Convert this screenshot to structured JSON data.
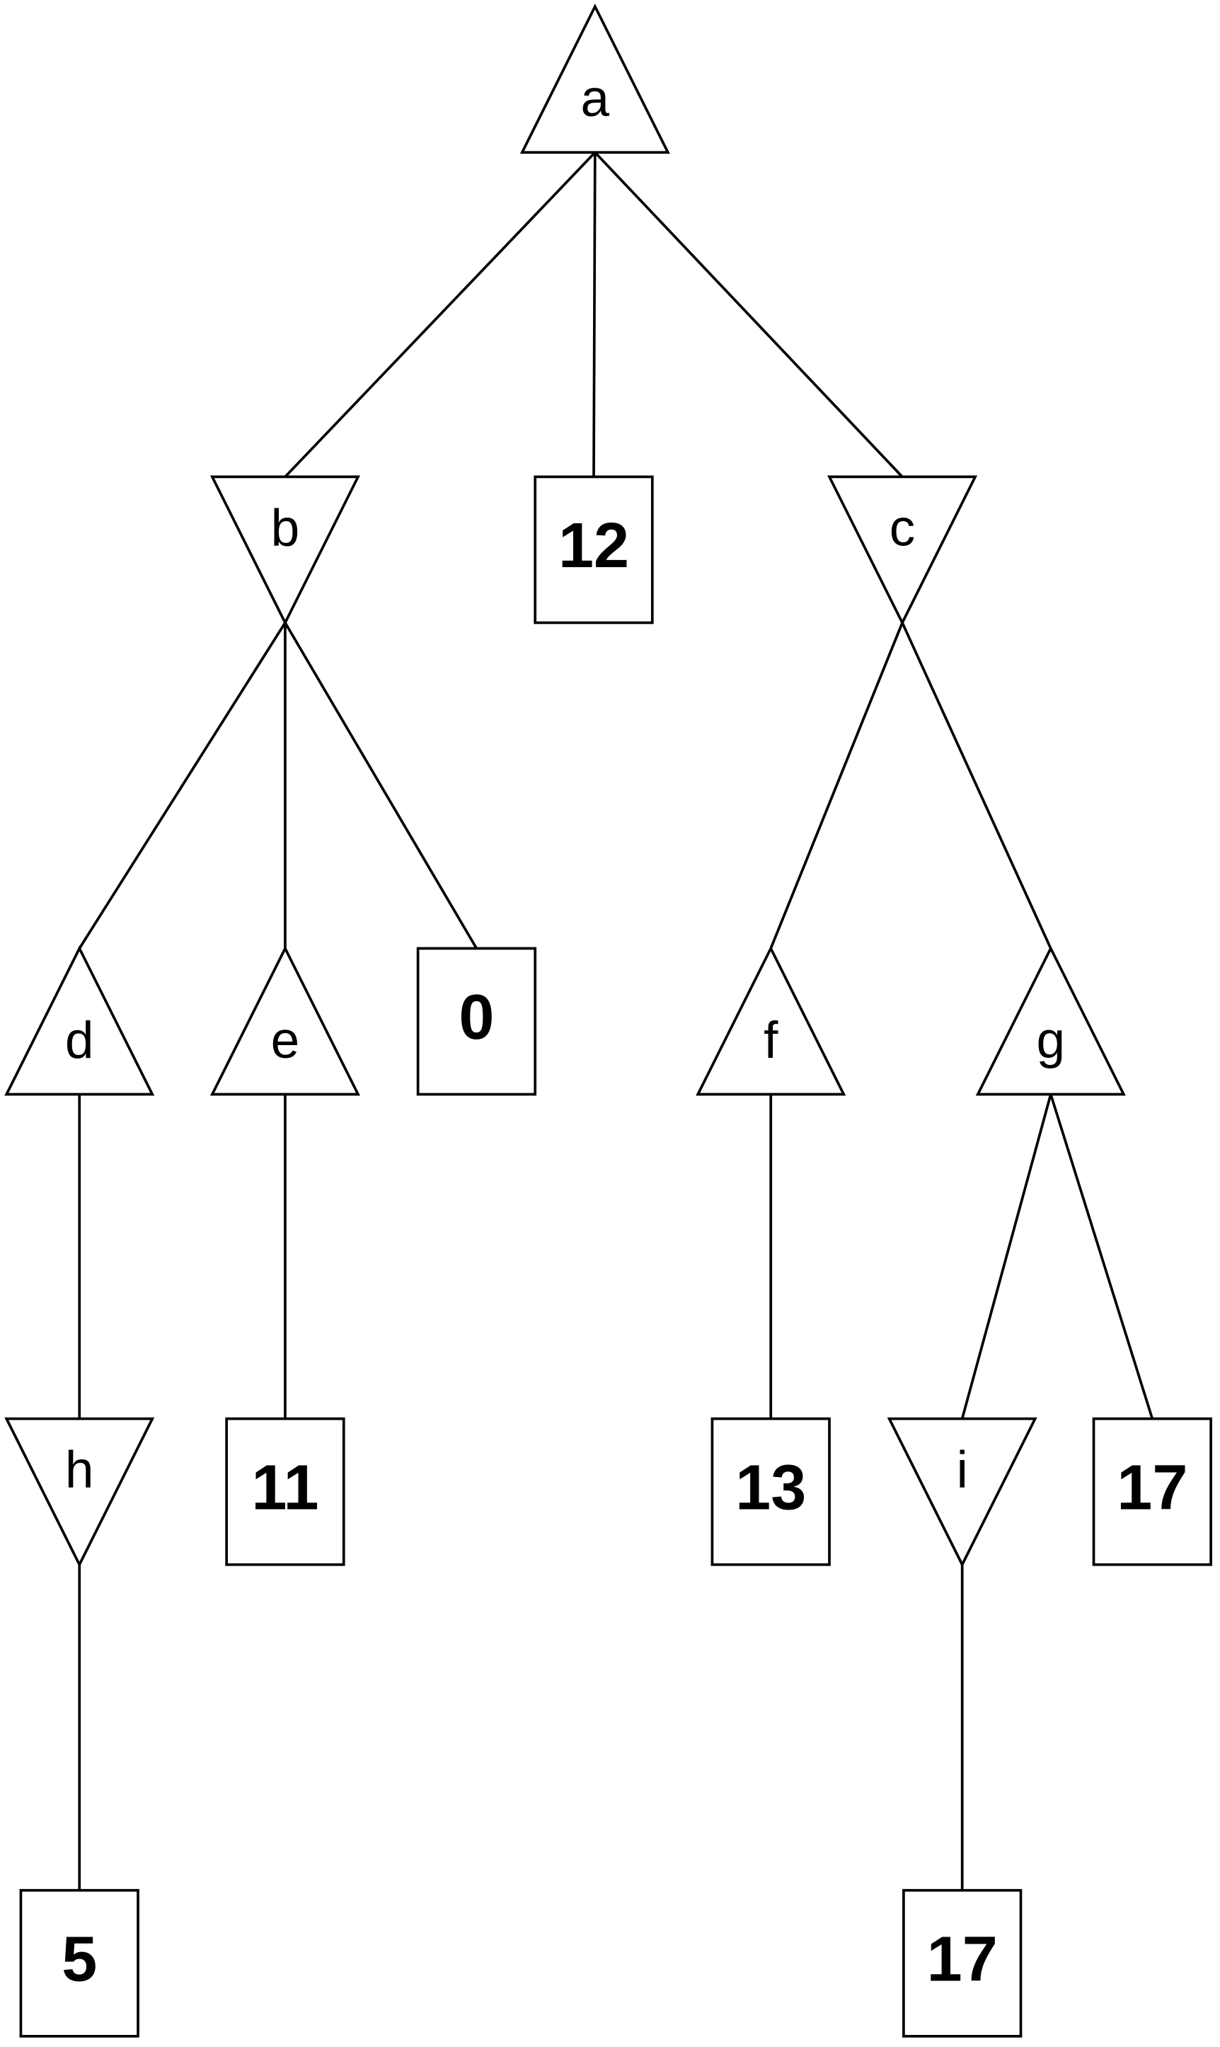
{
  "diagram": {
    "type": "game-tree",
    "colors": {
      "stroke": "#000000",
      "fill": "#ffffff",
      "text": "#000000"
    },
    "nodes": [
      {
        "id": "a",
        "label": "a",
        "kind": "max"
      },
      {
        "id": "b",
        "label": "b",
        "kind": "min"
      },
      {
        "id": "c",
        "label": "c",
        "kind": "min"
      },
      {
        "id": "d",
        "label": "d",
        "kind": "max"
      },
      {
        "id": "e",
        "label": "e",
        "kind": "max"
      },
      {
        "id": "f",
        "label": "f",
        "kind": "max"
      },
      {
        "id": "g",
        "label": "g",
        "kind": "max"
      },
      {
        "id": "h",
        "label": "h",
        "kind": "min"
      },
      {
        "id": "i",
        "label": "i",
        "kind": "min"
      },
      {
        "id": "leaf_12",
        "label": "12",
        "kind": "leaf"
      },
      {
        "id": "leaf_0",
        "label": "0",
        "kind": "leaf"
      },
      {
        "id": "leaf_11",
        "label": "11",
        "kind": "leaf"
      },
      {
        "id": "leaf_13",
        "label": "13",
        "kind": "leaf"
      },
      {
        "id": "leaf_17_g",
        "label": "17",
        "kind": "leaf"
      },
      {
        "id": "leaf_5",
        "label": "5",
        "kind": "leaf"
      },
      {
        "id": "leaf_17_i",
        "label": "17",
        "kind": "leaf"
      }
    ],
    "edges": [
      [
        "a",
        "b"
      ],
      [
        "a",
        "leaf_12"
      ],
      [
        "a",
        "c"
      ],
      [
        "b",
        "d"
      ],
      [
        "b",
        "e"
      ],
      [
        "b",
        "leaf_0"
      ],
      [
        "c",
        "f"
      ],
      [
        "c",
        "g"
      ],
      [
        "d",
        "h"
      ],
      [
        "e",
        "leaf_11"
      ],
      [
        "f",
        "leaf_13"
      ],
      [
        "g",
        "i"
      ],
      [
        "g",
        "leaf_17_g"
      ],
      [
        "h",
        "leaf_5"
      ],
      [
        "i",
        "leaf_17_i"
      ]
    ]
  }
}
